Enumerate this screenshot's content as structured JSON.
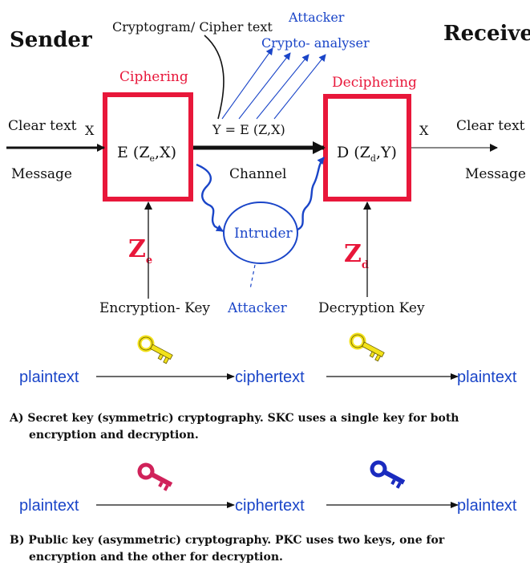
{
  "top": {
    "sender": "Sender",
    "receiver": "Receiver",
    "cryptogram": "Cryptogram/ Cipher text",
    "attacker_top": "Attacker",
    "crypto_analyser": "Crypto- analyser",
    "ciphering": "Ciphering",
    "deciphering": "Deciphering",
    "clear_text_left": "Clear text",
    "message_left": "Message",
    "x_left": "X",
    "enc_box": "E (Z",
    "enc_box_sub": "e",
    "enc_box_tail": ",X)",
    "y_eq": "Y = E (Z,X)",
    "channel": "Channel",
    "dec_box": "D (Z",
    "dec_box_sub": "d",
    "dec_box_tail": ",Y)",
    "x_right": "X",
    "clear_text_right": "Clear text",
    "message_right": "Message",
    "intruder": "Intruder",
    "ze": "Z",
    "ze_sub": "e",
    "zd": "Z",
    "zd_sub": "d",
    "encryption_key": "Encryption- Key",
    "attacker_bottom": "Attacker",
    "decryption_key": "Decryption Key"
  },
  "flow_a": {
    "plaintext_left": "plaintext",
    "ciphertext": "ciphertext",
    "plaintext_right": "plaintext",
    "caption_line1": "A) Secret key (symmetric) cryptography. SKC uses a single key for both",
    "caption_line2": "encryption and decryption."
  },
  "flow_b": {
    "plaintext_left": "plaintext",
    "ciphertext": "ciphertext",
    "plaintext_right": "plaintext",
    "caption_line1": "B) Public key (asymmetric) cryptography. PKC uses two keys, one for",
    "caption_line2": "encryption and the other for decryption."
  },
  "colors": {
    "red": "#e8173a",
    "blue": "#1a45c8",
    "black": "#111111",
    "key_yellow": "#f3e21a",
    "key_magenta": "#d0225a",
    "key_navy": "#1a2bbf"
  }
}
